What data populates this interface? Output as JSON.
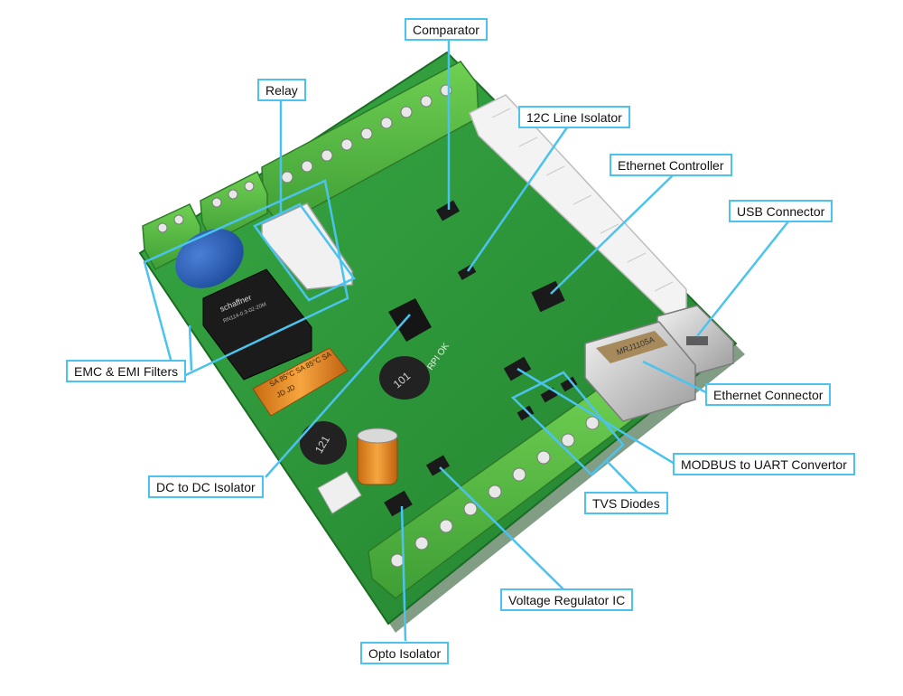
{
  "colors": {
    "callout_line": "#4cc3ee",
    "pcb_green": "#2f9a3a",
    "terminal_green": "#5cbf45"
  },
  "labels": {
    "comparator": "Comparator",
    "relay": "Relay",
    "i2c_isolator": "12C Line Isolator",
    "ethernet_controller": "Ethernet Controller",
    "usb_connector": "USB Connector",
    "emc_emi": "EMC & EMI Filters",
    "ethernet_connector": "Ethernet Connector",
    "modbus_uart": "MODBUS to UART Convertor",
    "dc_dc": "DC to DC Isolator",
    "tvs": "TVS Diodes",
    "voltage_regulator": "Voltage Regulator IC",
    "opto": "Opto Isolator"
  },
  "board_marks": {
    "filter_brand": "schaffner",
    "filter_part": "RN114-0.3-02-20M",
    "cap_text": "SA 85°C SA 85°C SA",
    "cap_text2": "JD     JD",
    "inductor_1": "101",
    "inductor_2": "121",
    "rj45_part": "MRJ1105A",
    "board_text": "RPI OK"
  }
}
